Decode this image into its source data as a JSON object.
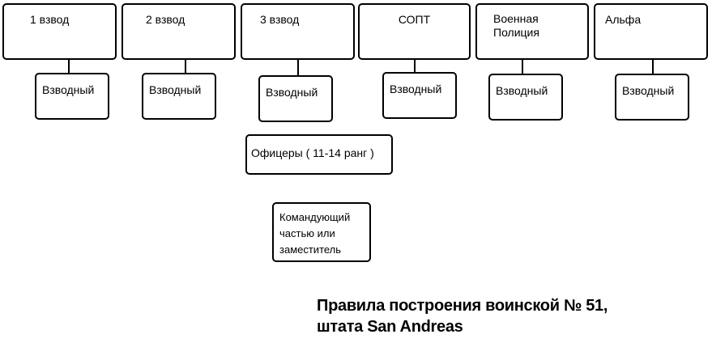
{
  "units": [
    {
      "name": "1 взвод",
      "leader": "Взводный"
    },
    {
      "name": "2 взвод",
      "leader": "Взводный"
    },
    {
      "name": "3 взвод",
      "leader": "Взводный"
    },
    {
      "name": "СОПТ",
      "leader": "Взводный"
    },
    {
      "name": "Военная\nПолиция",
      "leader": "Взводный"
    },
    {
      "name": "Альфа",
      "leader": "Взводный"
    }
  ],
  "officers": "Офицеры ( 11-14 ранг )",
  "commander": "Командующий\nчастью или\nзаместитель",
  "caption": "Правила построения воинской № 51,\nштата San Andreas"
}
